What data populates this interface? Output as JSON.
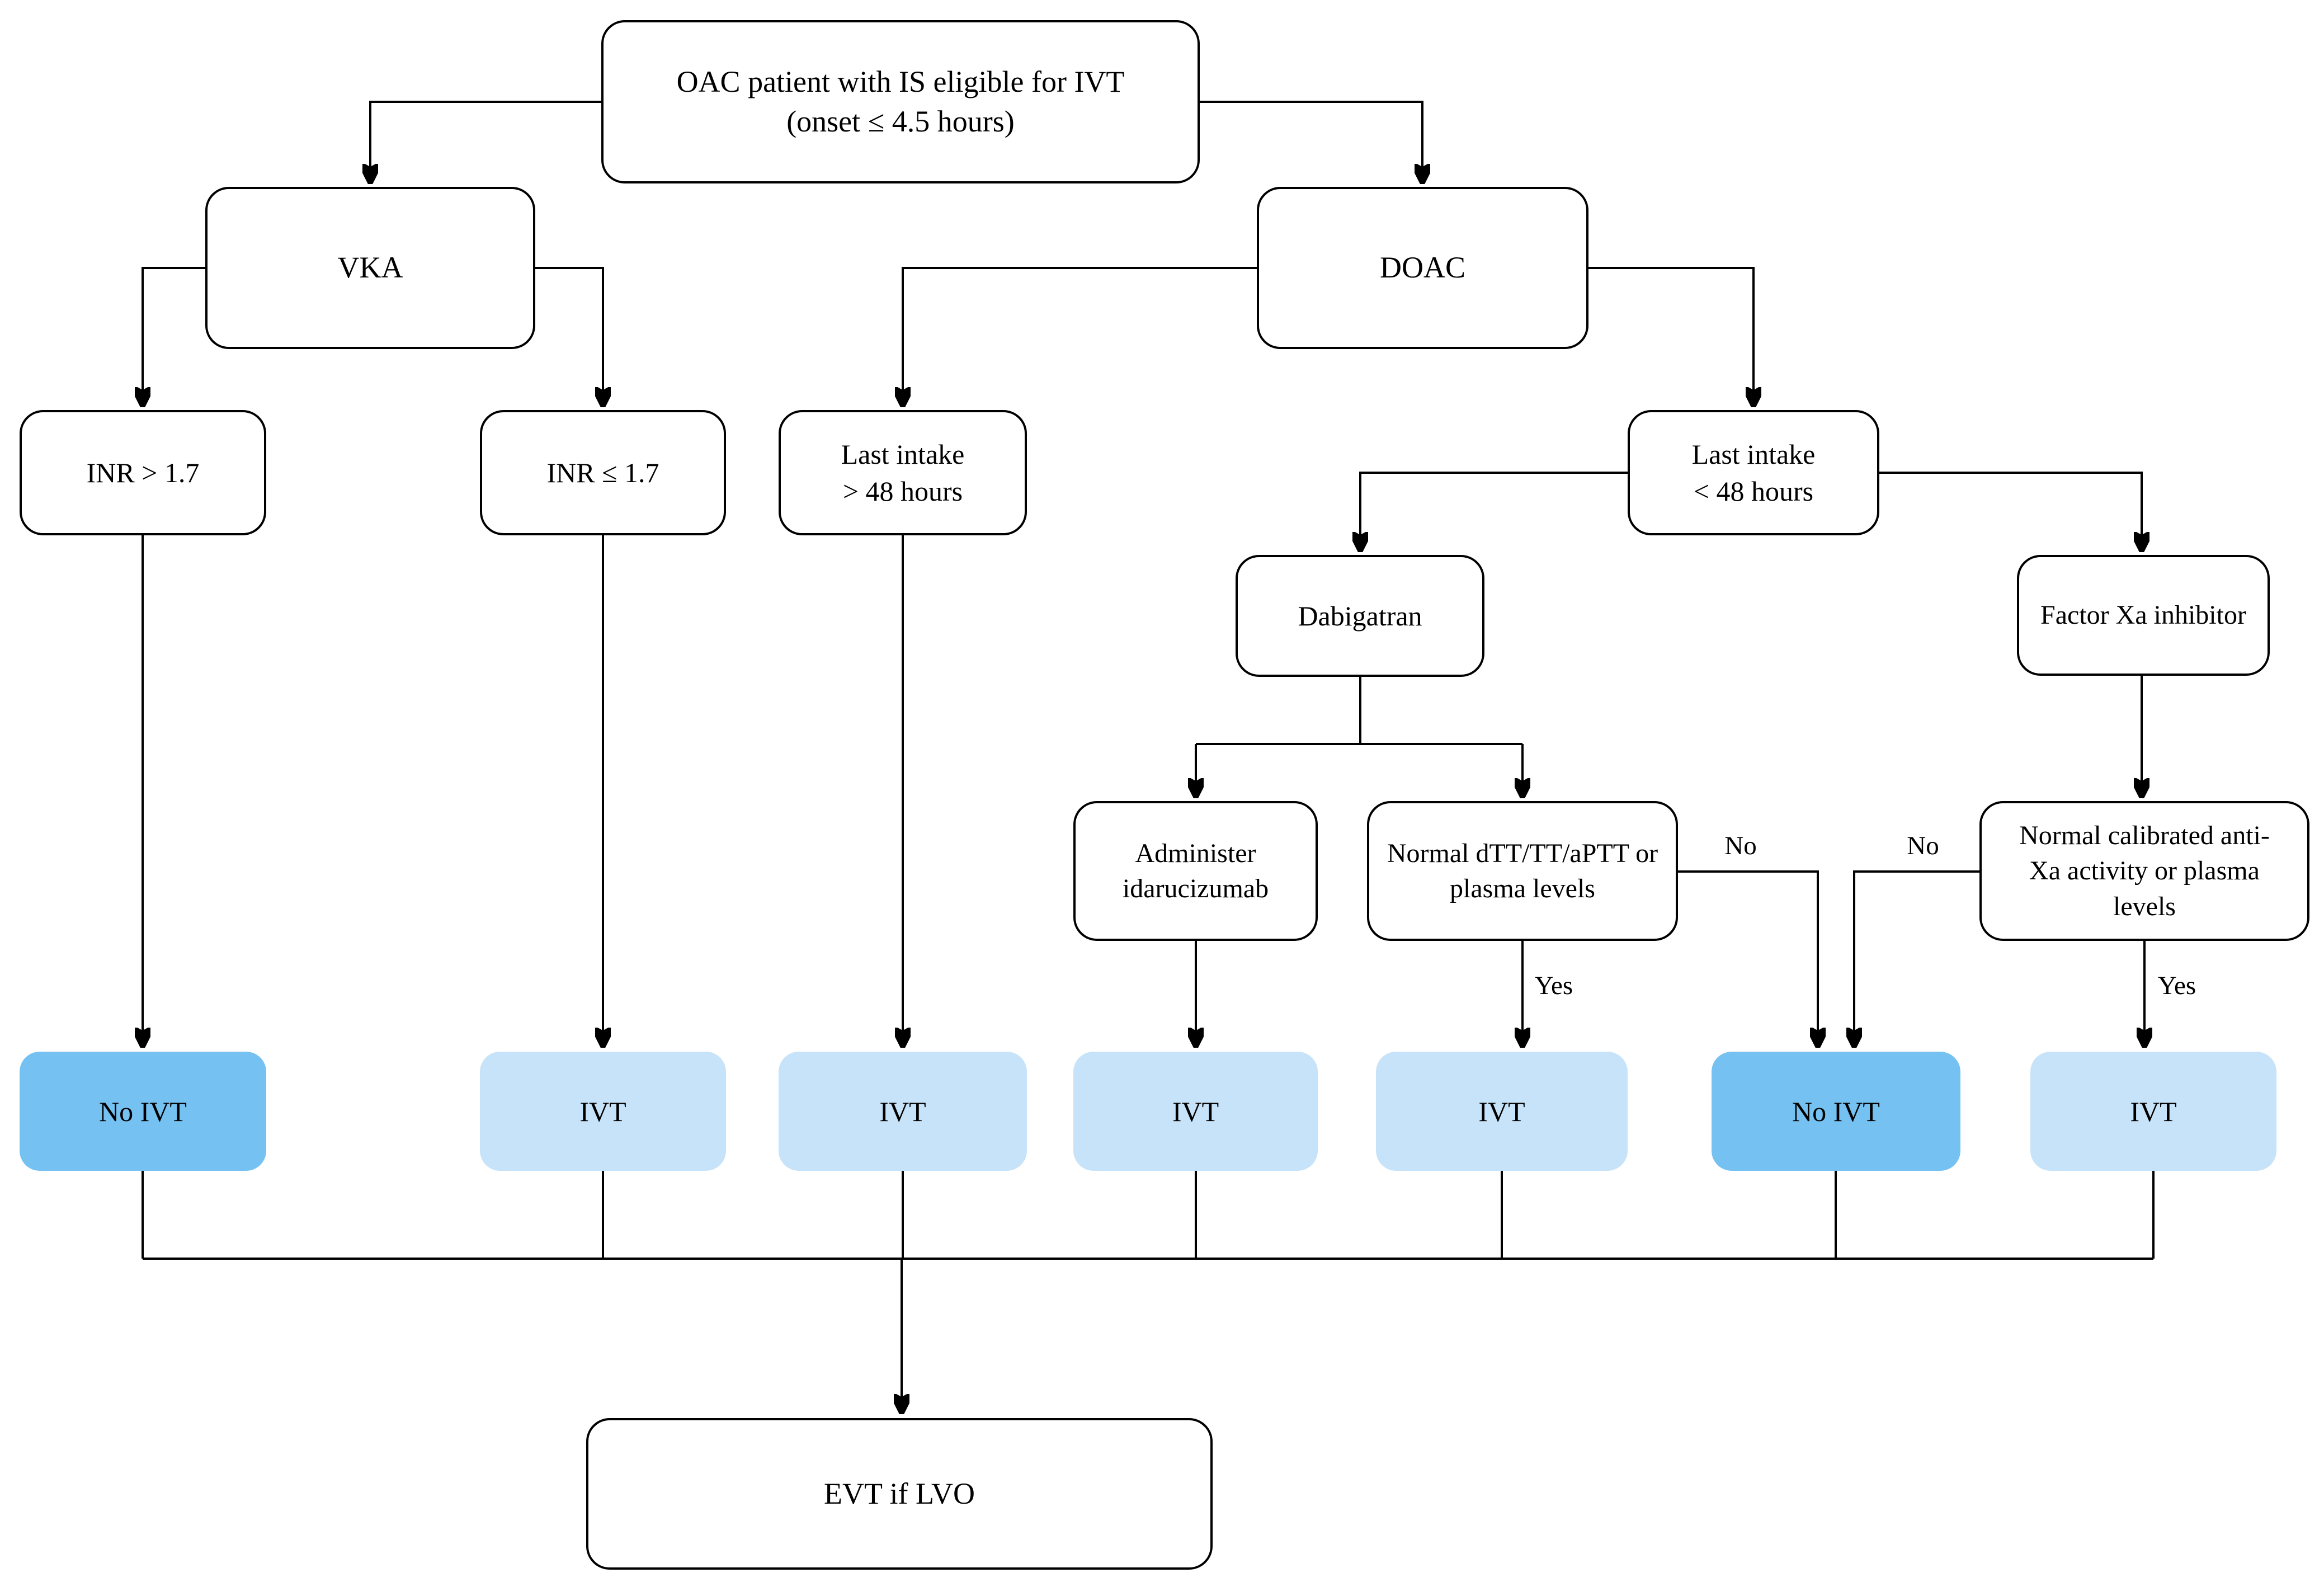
{
  "diagram": {
    "type": "flowchart",
    "background": "#ffffff",
    "nodes": {
      "root": {
        "label": "OAC patient with IS eligible for IVT\n(onset ≤ 4.5 hours)"
      },
      "vka": {
        "label": "VKA"
      },
      "doac": {
        "label": "DOAC"
      },
      "inr_high": {
        "label": "INR > 1.7"
      },
      "inr_low": {
        "label": "INR ≤ 1.7"
      },
      "intake_gt48": {
        "label": "Last intake\n> 48 hours"
      },
      "intake_lt48": {
        "label": "Last intake\n< 48 hours"
      },
      "dabigatran": {
        "label": "Dabigatran"
      },
      "factor_xa": {
        "label": "Factor Xa inhibitor"
      },
      "idarucizumab": {
        "label": "Administer\nidarucizumab"
      },
      "dtt_test": {
        "label": "Normal dTT/TT/aPTT or\nplasma levels"
      },
      "anti_xa_test": {
        "label": "Normal calibrated anti-\nXa activity or plasma\nlevels"
      },
      "outcome_inr_high": {
        "label": "No IVT"
      },
      "outcome_inr_low": {
        "label": "IVT"
      },
      "outcome_intake_gt48": {
        "label": "IVT"
      },
      "outcome_idarucizumab": {
        "label": "IVT"
      },
      "outcome_dtt_yes": {
        "label": "IVT"
      },
      "outcome_tests_abnormal": {
        "label": "No IVT"
      },
      "outcome_axa_yes": {
        "label": "IVT"
      },
      "evt": {
        "label": "EVT if LVO"
      }
    },
    "edge_labels": {
      "dtt_no": "No",
      "axa_no": "No",
      "dtt_yes": "Yes",
      "axa_yes": "Yes"
    },
    "colors": {
      "no_ivt_fill": "#74C1F2",
      "ivt_fill": "#C7E3F9",
      "line": "#000000"
    }
  }
}
